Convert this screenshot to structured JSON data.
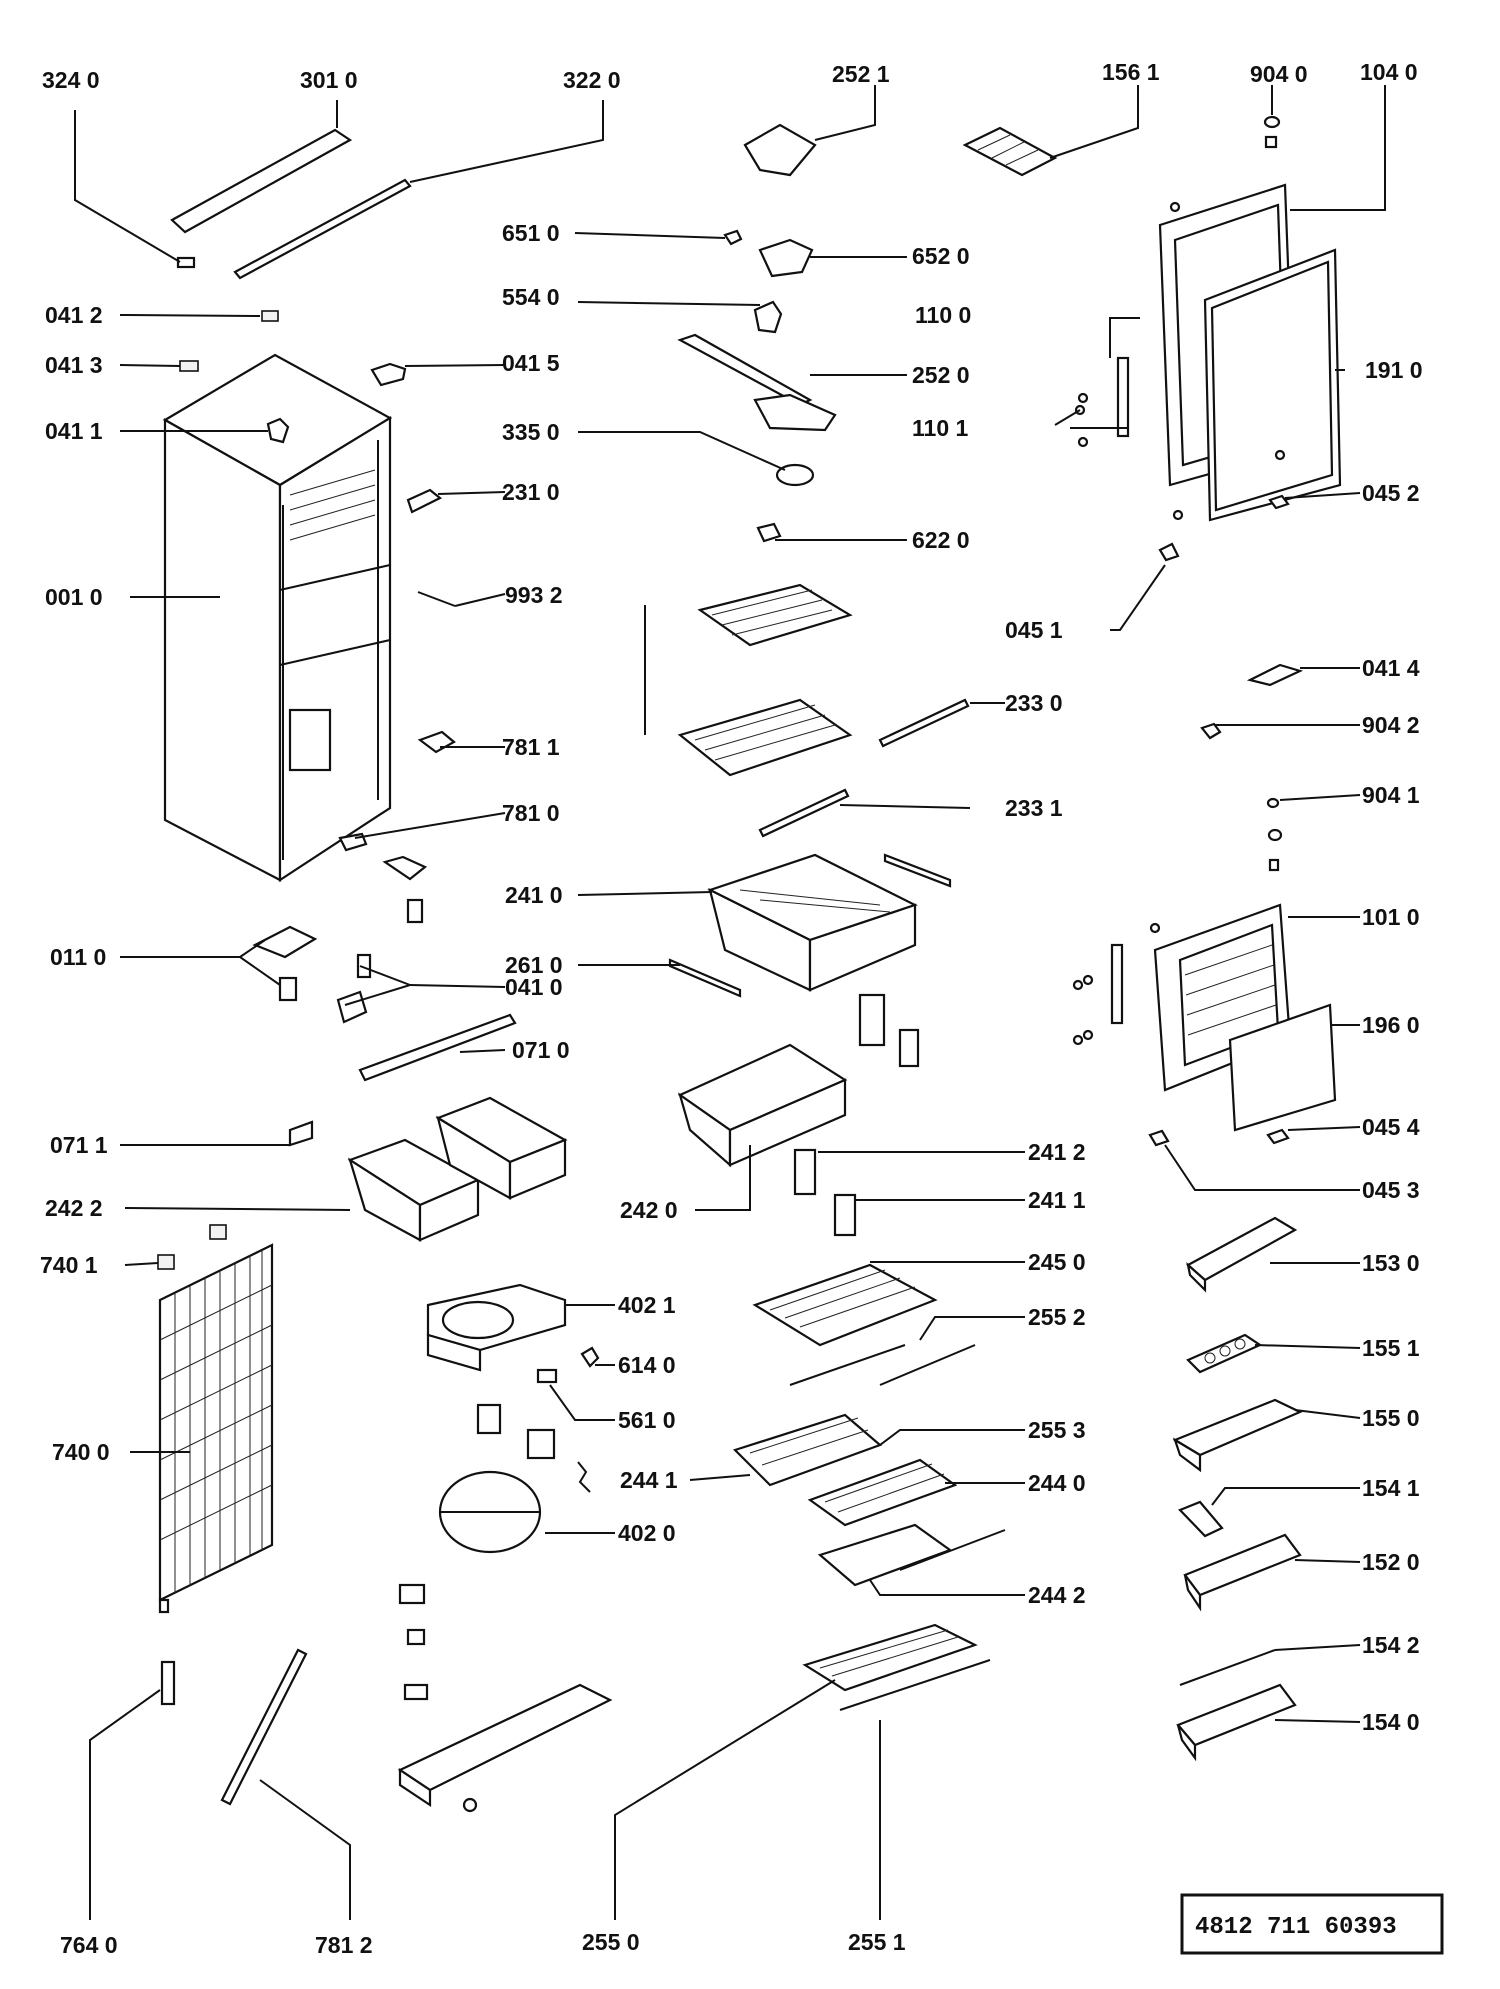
{
  "callouts": [
    {
      "id": "c3240",
      "label": "324 0"
    },
    {
      "id": "c3010",
      "label": "301 0"
    },
    {
      "id": "c3220",
      "label": "322 0"
    },
    {
      "id": "c2521",
      "label": "252 1"
    },
    {
      "id": "c1561",
      "label": "156 1"
    },
    {
      "id": "c9040",
      "label": "904 0"
    },
    {
      "id": "c1040",
      "label": "104 0"
    },
    {
      "id": "c6510",
      "label": "651 0"
    },
    {
      "id": "c6520",
      "label": "652 0"
    },
    {
      "id": "c0412",
      "label": "041 2"
    },
    {
      "id": "c5540",
      "label": "554 0"
    },
    {
      "id": "c1100",
      "label": "110 0"
    },
    {
      "id": "c0413",
      "label": "041 3"
    },
    {
      "id": "c0415",
      "label": "041 5"
    },
    {
      "id": "c2520",
      "label": "252 0"
    },
    {
      "id": "c1910",
      "label": "191 0"
    },
    {
      "id": "c0411",
      "label": "041 1"
    },
    {
      "id": "c3350",
      "label": "335 0"
    },
    {
      "id": "c1101",
      "label": "110 1"
    },
    {
      "id": "c2310",
      "label": "231 0"
    },
    {
      "id": "c0452",
      "label": "045 2"
    },
    {
      "id": "c6220",
      "label": "622 0"
    },
    {
      "id": "c0010",
      "label": "001 0"
    },
    {
      "id": "c9932",
      "label": "993 2"
    },
    {
      "id": "c0451",
      "label": "045 1"
    },
    {
      "id": "c0414",
      "label": "041 4"
    },
    {
      "id": "c2330",
      "label": "233 0"
    },
    {
      "id": "c9042",
      "label": "904 2"
    },
    {
      "id": "c7811",
      "label": "781 1"
    },
    {
      "id": "c9041",
      "label": "904 1"
    },
    {
      "id": "c2331",
      "label": "233 1"
    },
    {
      "id": "c7810",
      "label": "781 0"
    },
    {
      "id": "c2410",
      "label": "241 0"
    },
    {
      "id": "c1010",
      "label": "101 0"
    },
    {
      "id": "c0110",
      "label": "011 0"
    },
    {
      "id": "c2610",
      "label": "261 0"
    },
    {
      "id": "c0410",
      "label": "041 0"
    },
    {
      "id": "c1960",
      "label": "196 0"
    },
    {
      "id": "c0710",
      "label": "071 0"
    },
    {
      "id": "c0454",
      "label": "045 4"
    },
    {
      "id": "c0711",
      "label": "071 1"
    },
    {
      "id": "c2412",
      "label": "241 2"
    },
    {
      "id": "c2422",
      "label": "242 2"
    },
    {
      "id": "c2420",
      "label": "242 0"
    },
    {
      "id": "c2411",
      "label": "241 1"
    },
    {
      "id": "c0453",
      "label": "045 3"
    },
    {
      "id": "c7401",
      "label": "740 1"
    },
    {
      "id": "c2450",
      "label": "245 0"
    },
    {
      "id": "c1530",
      "label": "153 0"
    },
    {
      "id": "c4021",
      "label": "402 1"
    },
    {
      "id": "c2552",
      "label": "255 2"
    },
    {
      "id": "c1551",
      "label": "155 1"
    },
    {
      "id": "c6140",
      "label": "614 0"
    },
    {
      "id": "c5610",
      "label": "561 0"
    },
    {
      "id": "c1550",
      "label": "155 0"
    },
    {
      "id": "c7400",
      "label": "740 0"
    },
    {
      "id": "c2553",
      "label": "255 3"
    },
    {
      "id": "c2441",
      "label": "244 1"
    },
    {
      "id": "c2440",
      "label": "244 0"
    },
    {
      "id": "c1541",
      "label": "154 1"
    },
    {
      "id": "c4020",
      "label": "402 0"
    },
    {
      "id": "c1520",
      "label": "152 0"
    },
    {
      "id": "c2442",
      "label": "244 2"
    },
    {
      "id": "c1542",
      "label": "154 2"
    },
    {
      "id": "c1540",
      "label": "154 0"
    },
    {
      "id": "c7640",
      "label": "764 0"
    },
    {
      "id": "c7812",
      "label": "781 2"
    },
    {
      "id": "c2550",
      "label": "255  0"
    },
    {
      "id": "c2551",
      "label": "255 1"
    }
  ],
  "document_number": "4812  711  60393"
}
